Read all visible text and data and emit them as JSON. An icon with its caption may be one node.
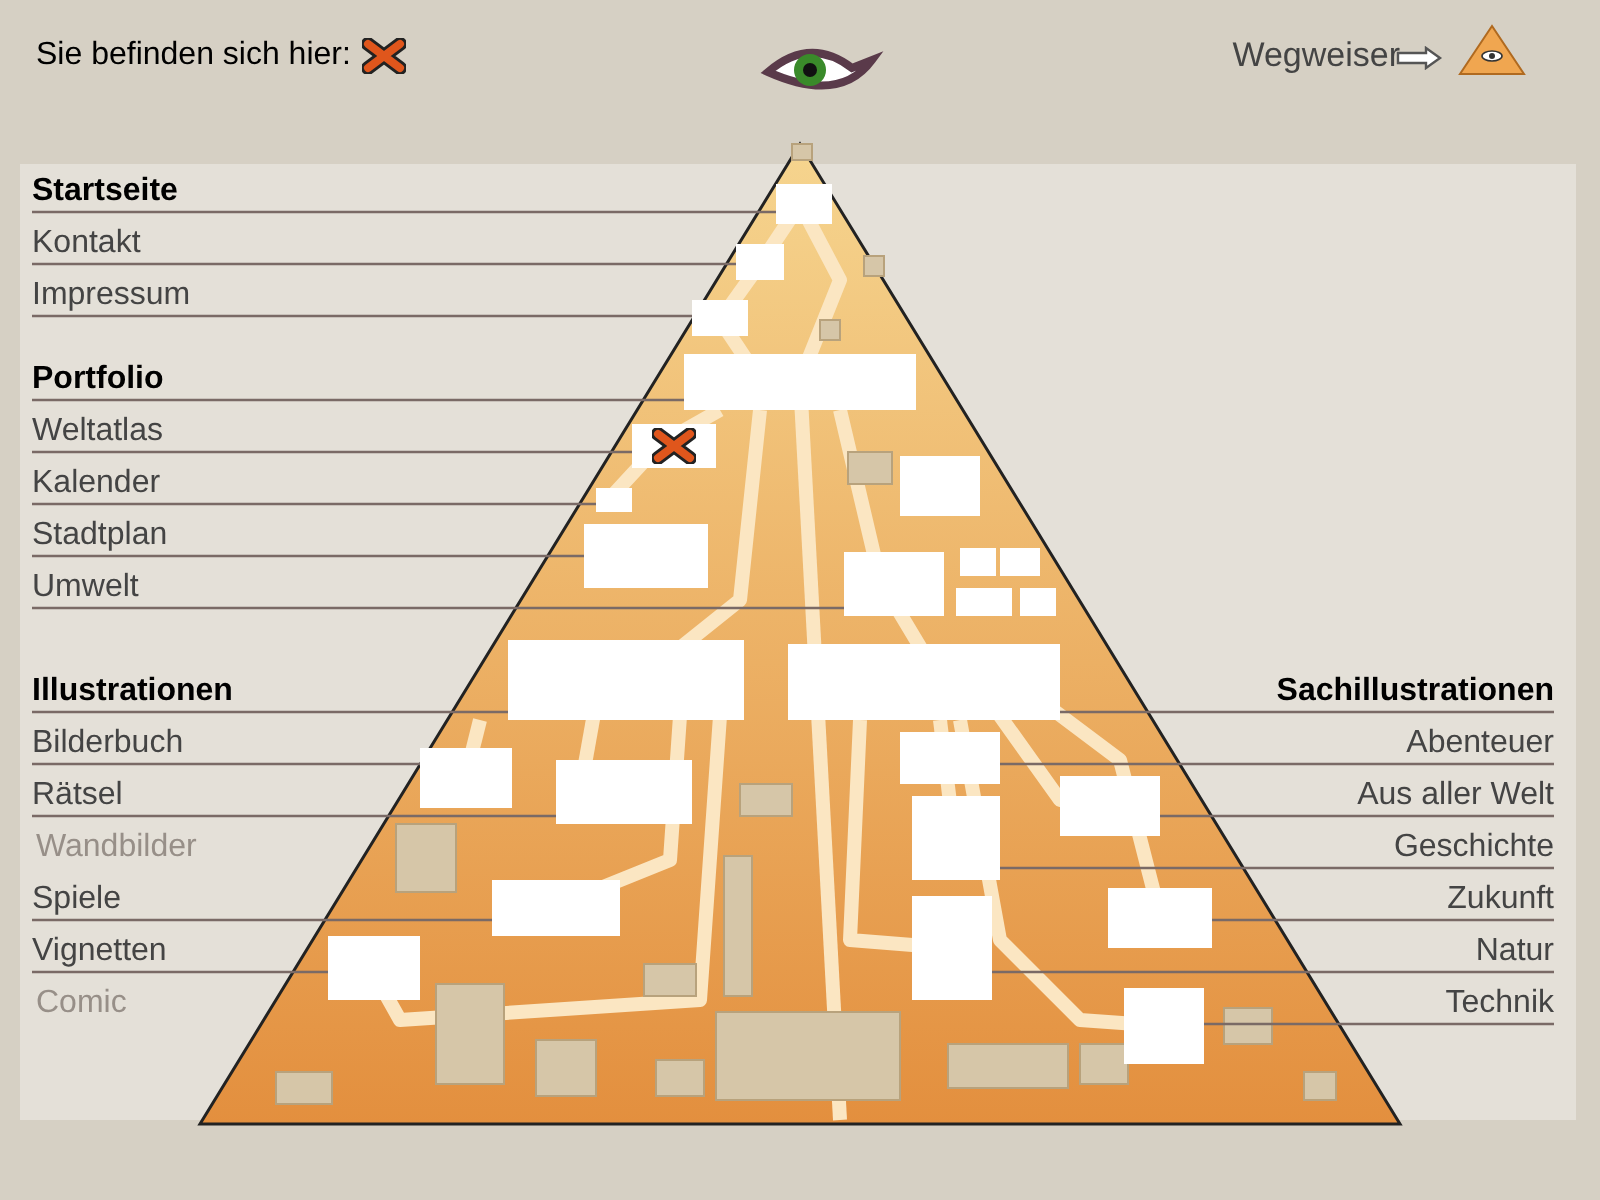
{
  "diagram": {
    "nodes": [
      {
        "text": [
          "Startseite"
        ]
      },
      {
        "text": [
          "Kontakt"
        ]
      },
      {
        "text": [
          "Impressum"
        ]
      },
      {
        "text": [
          "Portfolio"
        ]
      },
      {
        "text": [
          "Weltatlas"
        ]
      },
      {
        "text": [
          "Kalender"
        ]
      },
      {
        "text": [
          "Stadtplan"
        ]
      },
      {
        "text": [
          "Umwelt"
        ]
      },
      {
        "text": [
          "Illustrationen"
        ]
      },
      {
        "text": [
          "Bilderbuch"
        ]
      },
      {
        "text": [
          "Rätsel"
        ]
      },
      {
        "text": [
          "Wandbilder"
        ]
      },
      {
        "text": [
          "Spiele"
        ]
      },
      {
        "text": [
          "Vignetten"
        ]
      },
      {
        "text": [
          "Comic"
        ]
      },
      {
        "text": [
          "Sachillustrationen"
        ]
      },
      {
        "text": [
          "Abenteuer"
        ]
      },
      {
        "text": [
          "Aus aller Welt"
        ]
      },
      {
        "text": [
          "Geschichte"
        ]
      },
      {
        "text": [
          "Zukunft"
        ]
      },
      {
        "text": [
          "Natur"
        ]
      },
      {
        "text": [
          "Technik"
        ]
      },
      {
        "text": [],
        "shape": "box"
      },
      {
        "text": [],
        "shape": "box"
      },
      {
        "text": [],
        "shape": "box"
      },
      {
        "text": [],
        "shape": "box"
      },
      {
        "text": [],
        "shape": "box"
      },
      {
        "text": [],
        "shape": "box"
      },
      {
        "text": [],
        "shape": "box"
      },
      {
        "text": [],
        "shape": "box"
      },
      {
        "text": [],
        "shape": "box"
      },
      {
        "text": [],
        "shape": "box"
      },
      {
        "text": [],
        "shape": "box"
      },
      {
        "text": [],
        "shape": "box"
      },
      {
        "text": [],
        "shape": "box"
      },
      {
        "text": [],
        "shape": "box"
      },
      {
        "text": [],
        "shape": "box"
      },
      {
        "text": [],
        "shape": "box"
      },
      {
        "text": [],
        "shape": "box"
      },
      {
        "text": [],
        "shape": "box"
      },
      {
        "text": [],
        "shape": "box"
      },
      {
        "text": [],
        "shape": "box"
      }
    ],
    "edges": [
      {
        "from": 0,
        "to": 22,
        "arrow": "none"
      },
      {
        "from": 1,
        "to": 23,
        "arrow": "none"
      },
      {
        "from": 2,
        "to": 24,
        "arrow": "none"
      },
      {
        "from": 3,
        "to": 25,
        "arrow": "none"
      },
      {
        "from": 4,
        "to": 26,
        "arrow": "none"
      },
      {
        "from": 5,
        "to": 27,
        "arrow": "none"
      },
      {
        "from": 6,
        "to": 28,
        "arrow": "none"
      },
      {
        "from": 7,
        "to": 29,
        "arrow": "none"
      },
      {
        "from": 8,
        "to": 30,
        "arrow": "none"
      },
      {
        "from": 15,
        "to": 31,
        "arrow": "none"
      },
      {
        "from": 9,
        "to": 32,
        "arrow": "none"
      },
      {
        "from": 16,
        "to": 33,
        "arrow": "none"
      },
      {
        "from": 10,
        "to": 34,
        "arrow": "none"
      },
      {
        "from": 17,
        "to": 35,
        "arrow": "none"
      },
      {
        "from": 18,
        "to": 36,
        "arrow": "none"
      },
      {
        "from": 12,
        "to": 37,
        "arrow": "none"
      },
      {
        "from": 19,
        "to": 38,
        "arrow": "none"
      },
      {
        "from": 13,
        "to": 39,
        "arrow": "none"
      },
      {
        "from": 20,
        "to": 40,
        "arrow": "none"
      },
      {
        "from": 21,
        "to": 41,
        "arrow": "none"
      }
    ],
    "labels": [
      "Wegweiser"
    ],
    "legend": [
      {
        "text": "Sie befinden sich hier:"
      }
    ]
  }
}
